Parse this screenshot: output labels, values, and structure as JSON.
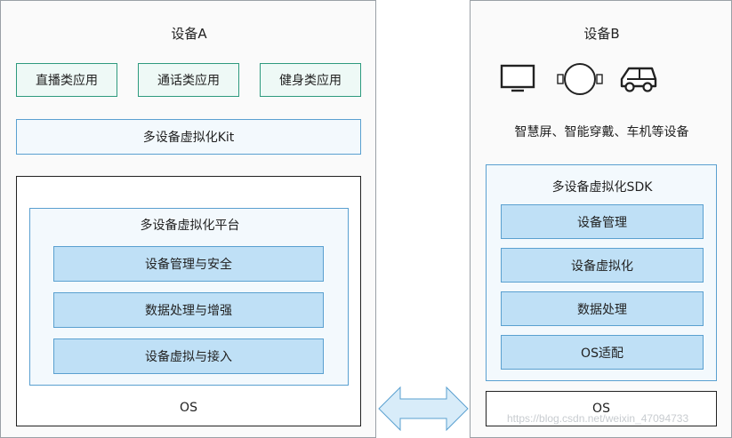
{
  "device_a": {
    "title": "设备A",
    "apps": [
      "直播类应用",
      "通话类应用",
      "健身类应用"
    ],
    "kit": "多设备虚拟化Kit",
    "platform": {
      "title": "多设备虚拟化平台",
      "modules": [
        "设备管理与安全",
        "数据处理与增强",
        "设备虚拟与接入"
      ]
    },
    "os": "OS"
  },
  "device_b": {
    "title": "设备B",
    "icons": [
      "tv-screen-icon",
      "wearable-watch-icon",
      "car-icon"
    ],
    "devices_text": "智慧屏、智能穿戴、车机等设备",
    "sdk": {
      "title": "多设备虚拟化SDK",
      "modules": [
        "设备管理",
        "设备虚拟化",
        "数据处理",
        "OS适配"
      ]
    },
    "os": "OS"
  },
  "connector": {
    "icon": "bidirectional-arrow-icon",
    "color": "#bfe0f6",
    "stroke": "#5aa0d0"
  },
  "watermark": "https://blog.csdn.net/weixin_47094733"
}
